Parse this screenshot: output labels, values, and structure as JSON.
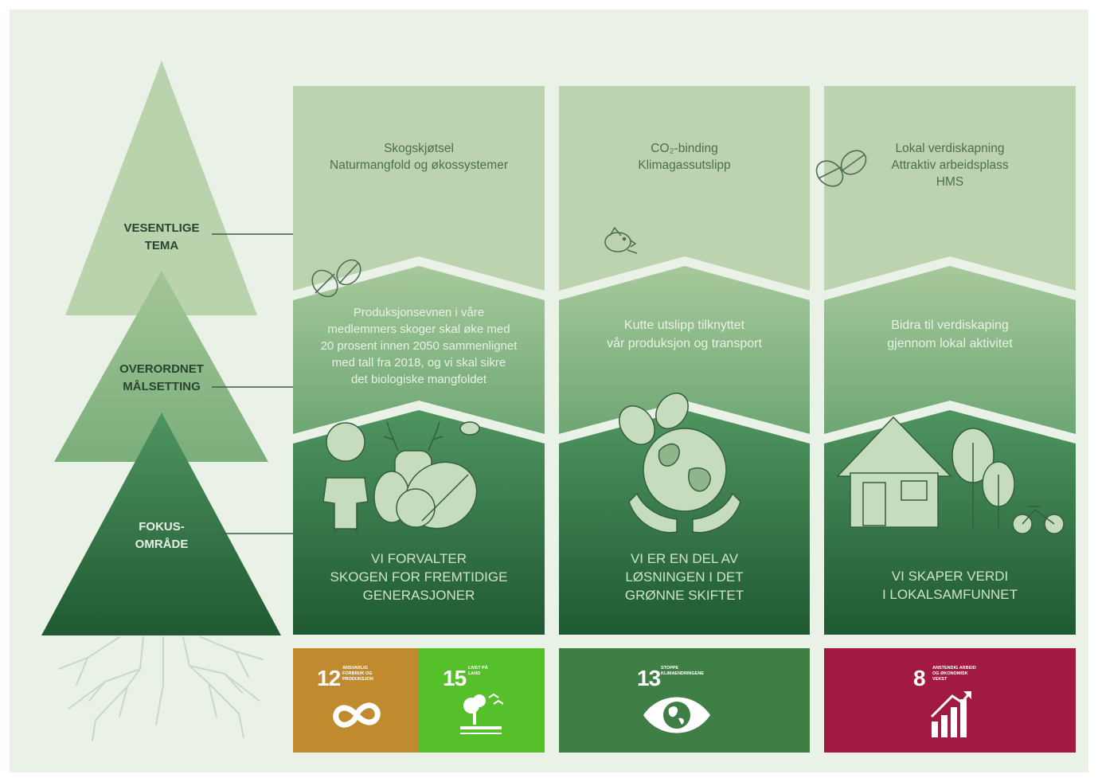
{
  "levels": {
    "theme_label": "VESENTLIGE\nTEMA",
    "goal_label": "OVERORDNET\nMÅLSETTING",
    "focus_label": "FOKUS-\nOMRÅDE"
  },
  "columns": [
    {
      "themes": [
        "Skogskjøtsel",
        "Naturmangfold og økossystemer"
      ],
      "goal": [
        "Produksjonsevnen i våre",
        "medlemmers skoger skal øke med",
        "20 prosent innen 2050 sammenlignet",
        "med tall fra 2018, og vi skal sikre",
        "det biologiske mangfoldet"
      ],
      "focus": [
        "VI FORVALTER",
        "SKOGEN FOR FREMTIDIGE",
        "GENERASJONER"
      ]
    },
    {
      "themes": [
        "CO₂-binding",
        "Klimagassutslipp"
      ],
      "goal": [
        "Kutte utslipp tilknyttet",
        "vår produksjon og transport"
      ],
      "focus": [
        "VI ER EN DEL AV",
        "LØSNINGEN I DET",
        "GRØNNE SKIFTET"
      ]
    },
    {
      "themes": [
        "Lokal verdiskapning",
        "Attraktiv arbeidsplass",
        "HMS"
      ],
      "goal": [
        "Bidra til verdiskaping",
        "gjennom lokal aktivitet"
      ],
      "focus": [
        "VI SKAPER VERDI",
        "I LOKALSAMFUNNET"
      ]
    }
  ],
  "sdgs": [
    {
      "number": "12",
      "text": "ANSVARLIG\nFORBRUK OG\nPRODUKSJON",
      "color": "#bf8b2e",
      "icon": "infinity-icon"
    },
    {
      "number": "15",
      "text": "LIVET PÅ\nLAND",
      "color": "#56c02b",
      "icon": "tree-birds-icon"
    },
    {
      "number": "13",
      "text": "STOPPE\nKLIMAENDRINGENE",
      "color": "#3f7e44",
      "icon": "globe-eye-icon"
    },
    {
      "number": "8",
      "text": "ANSTENDIG ARBEID\nOG ØKONOMISK\nVEKST",
      "color": "#a21942",
      "icon": "growth-chart-icon"
    }
  ],
  "colors": {
    "background": "#eaf2e7",
    "theme_fill": "#bdd3b0",
    "goal_fill_top": "#9cc293",
    "goal_fill_bottom": "#6ea674",
    "focus_fill_top": "#4f9560",
    "focus_fill_bottom": "#1f5931",
    "label_text": "#284431"
  }
}
